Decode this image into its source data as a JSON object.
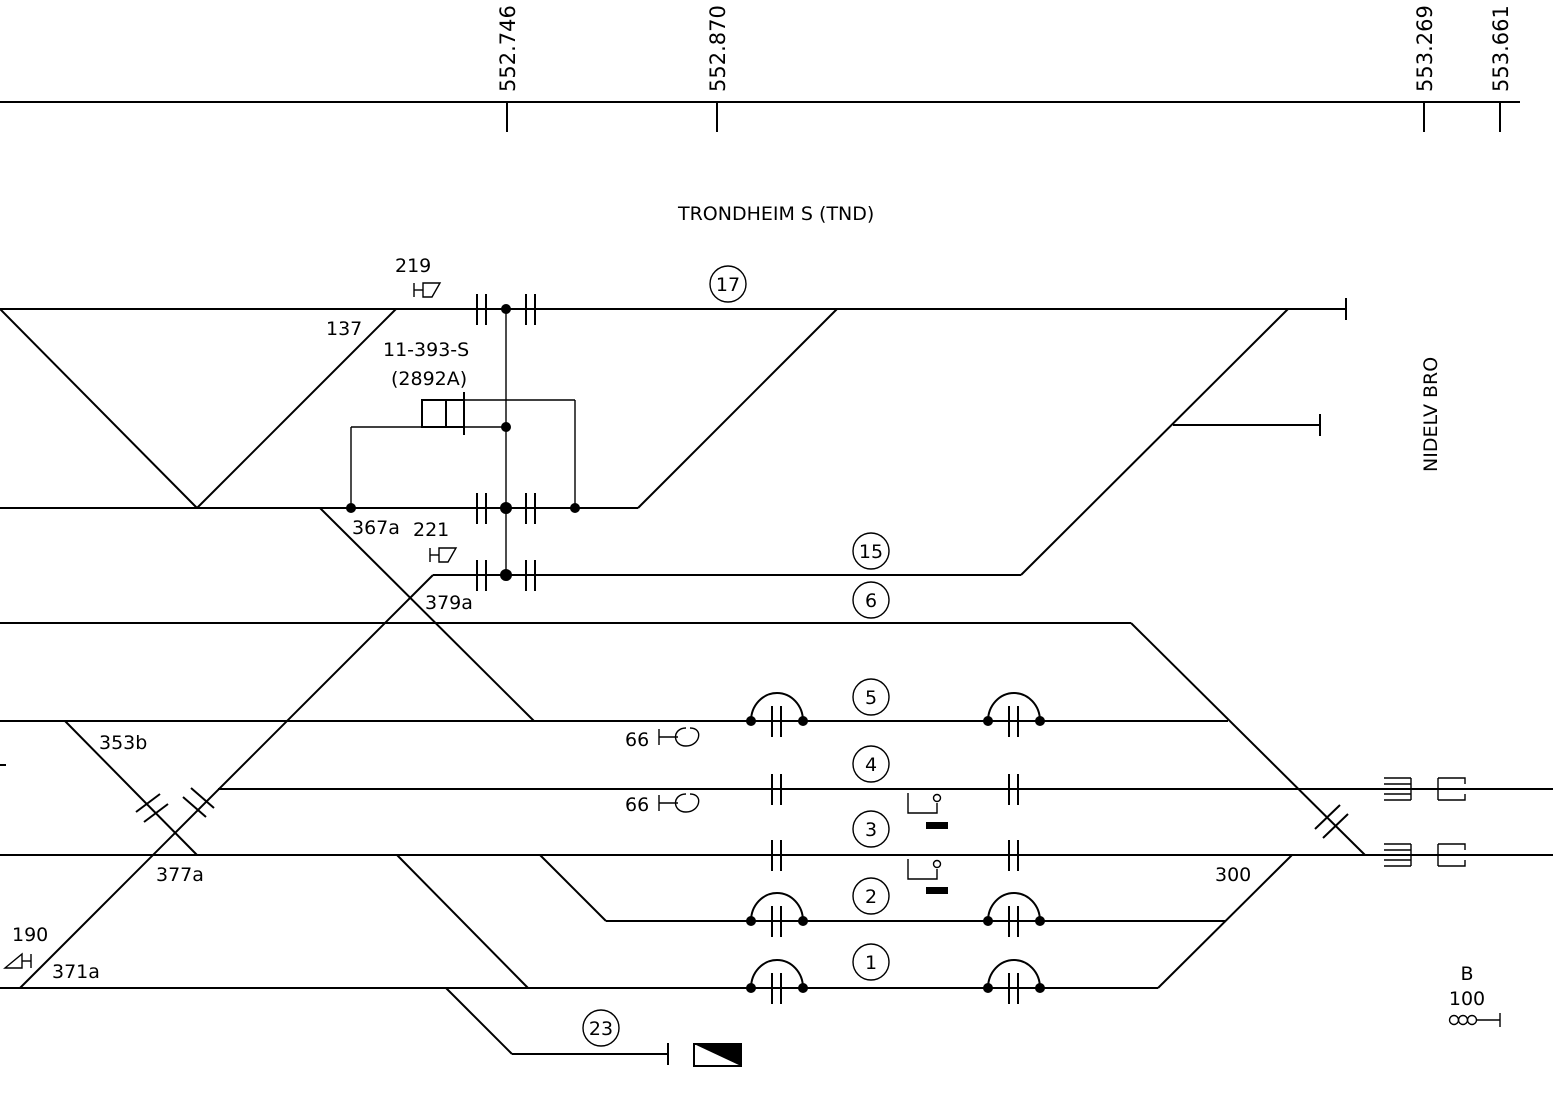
{
  "station": {
    "title": "TRONDHEIM S (TND)",
    "bridge": "NIDELV BRO"
  },
  "chainage": [
    "552.746",
    "552.870",
    "553.269",
    "553.661"
  ],
  "tracks": [
    "17",
    "15",
    "6",
    "5",
    "4",
    "3",
    "2",
    "1",
    "23"
  ],
  "switches": [
    "137",
    "367a",
    "379a",
    "353b",
    "377a",
    "371a",
    "300"
  ],
  "signals": {
    "s219": "219",
    "s221": "221",
    "s190": "190",
    "speed_5": "66",
    "speed_4": "66",
    "b_label": "B",
    "b_num": "100"
  },
  "interlocking": {
    "code": "11-393-S",
    "sub": "(2892A)"
  }
}
